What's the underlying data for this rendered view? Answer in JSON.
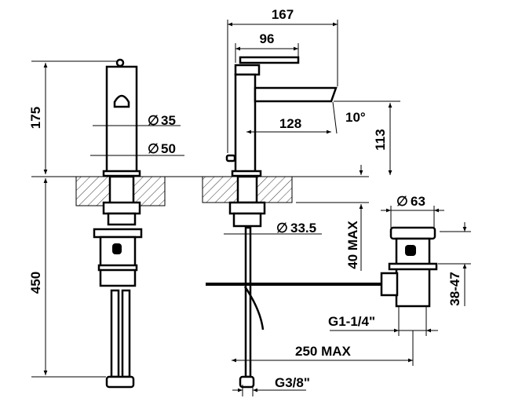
{
  "drawing": {
    "dimensions": {
      "height_front": "175",
      "diameter_body": "35",
      "diameter_base": "50",
      "total_below": "450",
      "overall_length": "167",
      "lever_length": "96",
      "spout_reach": "128",
      "spout_angle": "10°",
      "spout_height": "113",
      "diameter_shank": "33.5",
      "counter_thickness": "40 MAX",
      "diameter_drain": "63",
      "drain_range": "38-47",
      "drain_thread": "G1-1/4\"",
      "rod_length": "250 MAX",
      "hose_thread": "G3/8\""
    },
    "diameter_symbol": "∅",
    "colors": {
      "line": "#000000",
      "background": "#ffffff"
    }
  }
}
